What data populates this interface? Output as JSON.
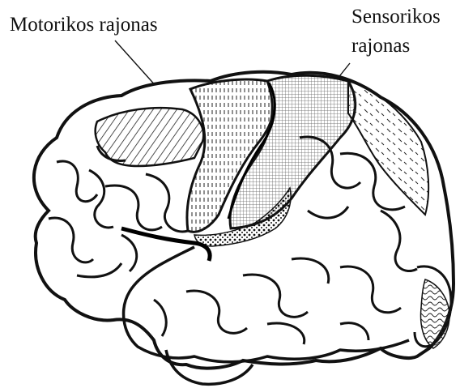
{
  "labels": {
    "motor": "Motorikos rajonas",
    "sensor_line1": "Sensorikos",
    "sensor_line2": "rajonas"
  }
}
